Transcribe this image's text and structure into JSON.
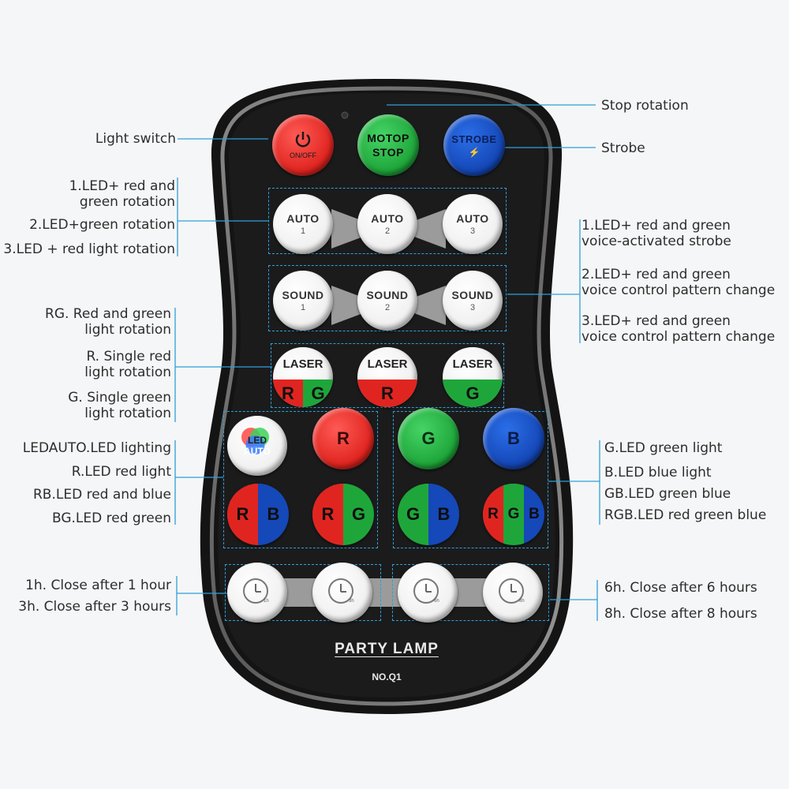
{
  "remote": {
    "power_button": {
      "label": "ON/OFF"
    },
    "motor_stop_button": {
      "line1": "MOTOP",
      "line2": "STOP"
    },
    "strobe_button": {
      "label": "STROBE"
    },
    "auto_buttons": [
      {
        "label": "AUTO",
        "num": "1"
      },
      {
        "label": "AUTO",
        "num": "2"
      },
      {
        "label": "AUTO",
        "num": "3"
      }
    ],
    "sound_buttons": [
      {
        "label": "SOUND",
        "num": "1"
      },
      {
        "label": "SOUND",
        "num": "2"
      },
      {
        "label": "SOUND",
        "num": "3"
      }
    ],
    "laser_buttons": [
      {
        "label": "LASER",
        "parts": [
          "R",
          "G"
        ]
      },
      {
        "label": "LASER",
        "parts": [
          "R"
        ]
      },
      {
        "label": "LASER",
        "parts": [
          "G"
        ]
      }
    ],
    "led_auto_button": {
      "line1": "LED",
      "line2": "AUTO"
    },
    "color_buttons": {
      "r": "R",
      "g": "G",
      "b": "B"
    },
    "combo_buttons": [
      {
        "parts": [
          "R",
          "B"
        ]
      },
      {
        "parts": [
          "R",
          "G"
        ]
      },
      {
        "parts": [
          "G",
          "B"
        ]
      },
      {
        "parts": [
          "R",
          "G",
          "B"
        ]
      }
    ],
    "timer_buttons": [
      {
        "sub": "1h"
      },
      {
        "sub": "3h"
      },
      {
        "sub": "6h"
      },
      {
        "sub": "8h"
      }
    ],
    "brand": "PARTY LAMP",
    "model": "NO.Q1"
  },
  "annotations": {
    "stop_rotation": "Stop rotation",
    "light_switch": "Light switch",
    "strobe": "Strobe",
    "auto_left": [
      {
        "lines": [
          "1.LED+ red and",
          "green rotation"
        ]
      },
      {
        "lines": [
          "2.LED+green rotation"
        ]
      },
      {
        "lines": [
          "3.LED + red light rotation"
        ]
      }
    ],
    "sound_right": [
      {
        "lines": [
          "1.LED+ red and green",
          "voice-activated strobe"
        ]
      },
      {
        "lines": [
          "2.LED+ red and green",
          "voice control pattern change"
        ]
      },
      {
        "lines": [
          "3.LED+ red and green",
          "voice control pattern change"
        ]
      }
    ],
    "laser_left": [
      {
        "lines": [
          "RG. Red and green",
          "light rotation"
        ]
      },
      {
        "lines": [
          "R. Single red",
          "light rotation"
        ]
      },
      {
        "lines": [
          "G. Single green",
          "light rotation"
        ]
      }
    ],
    "led_left": [
      "LEDAUTO.LED lighting",
      "R.LED red light",
      "RB.LED red and blue",
      "BG.LED red green"
    ],
    "led_right": [
      "G.LED green light",
      "B.LED blue light",
      "GB.LED green blue",
      "RGB.LED red green blue"
    ],
    "timer_left": [
      "1h. Close after 1 hour",
      "3h. Close after 3 hours"
    ],
    "timer_right": [
      "6h. Close after 6 hours",
      "8h. Close after 8 hours"
    ]
  },
  "colors": {
    "remote_body": "#1b1b1c",
    "bezel": "#6e6e6e",
    "callout_line": "#2f9fd8",
    "red": "#e02520",
    "green": "#1fa63a",
    "blue": "#1548b8",
    "white": "#f1f1f1"
  }
}
